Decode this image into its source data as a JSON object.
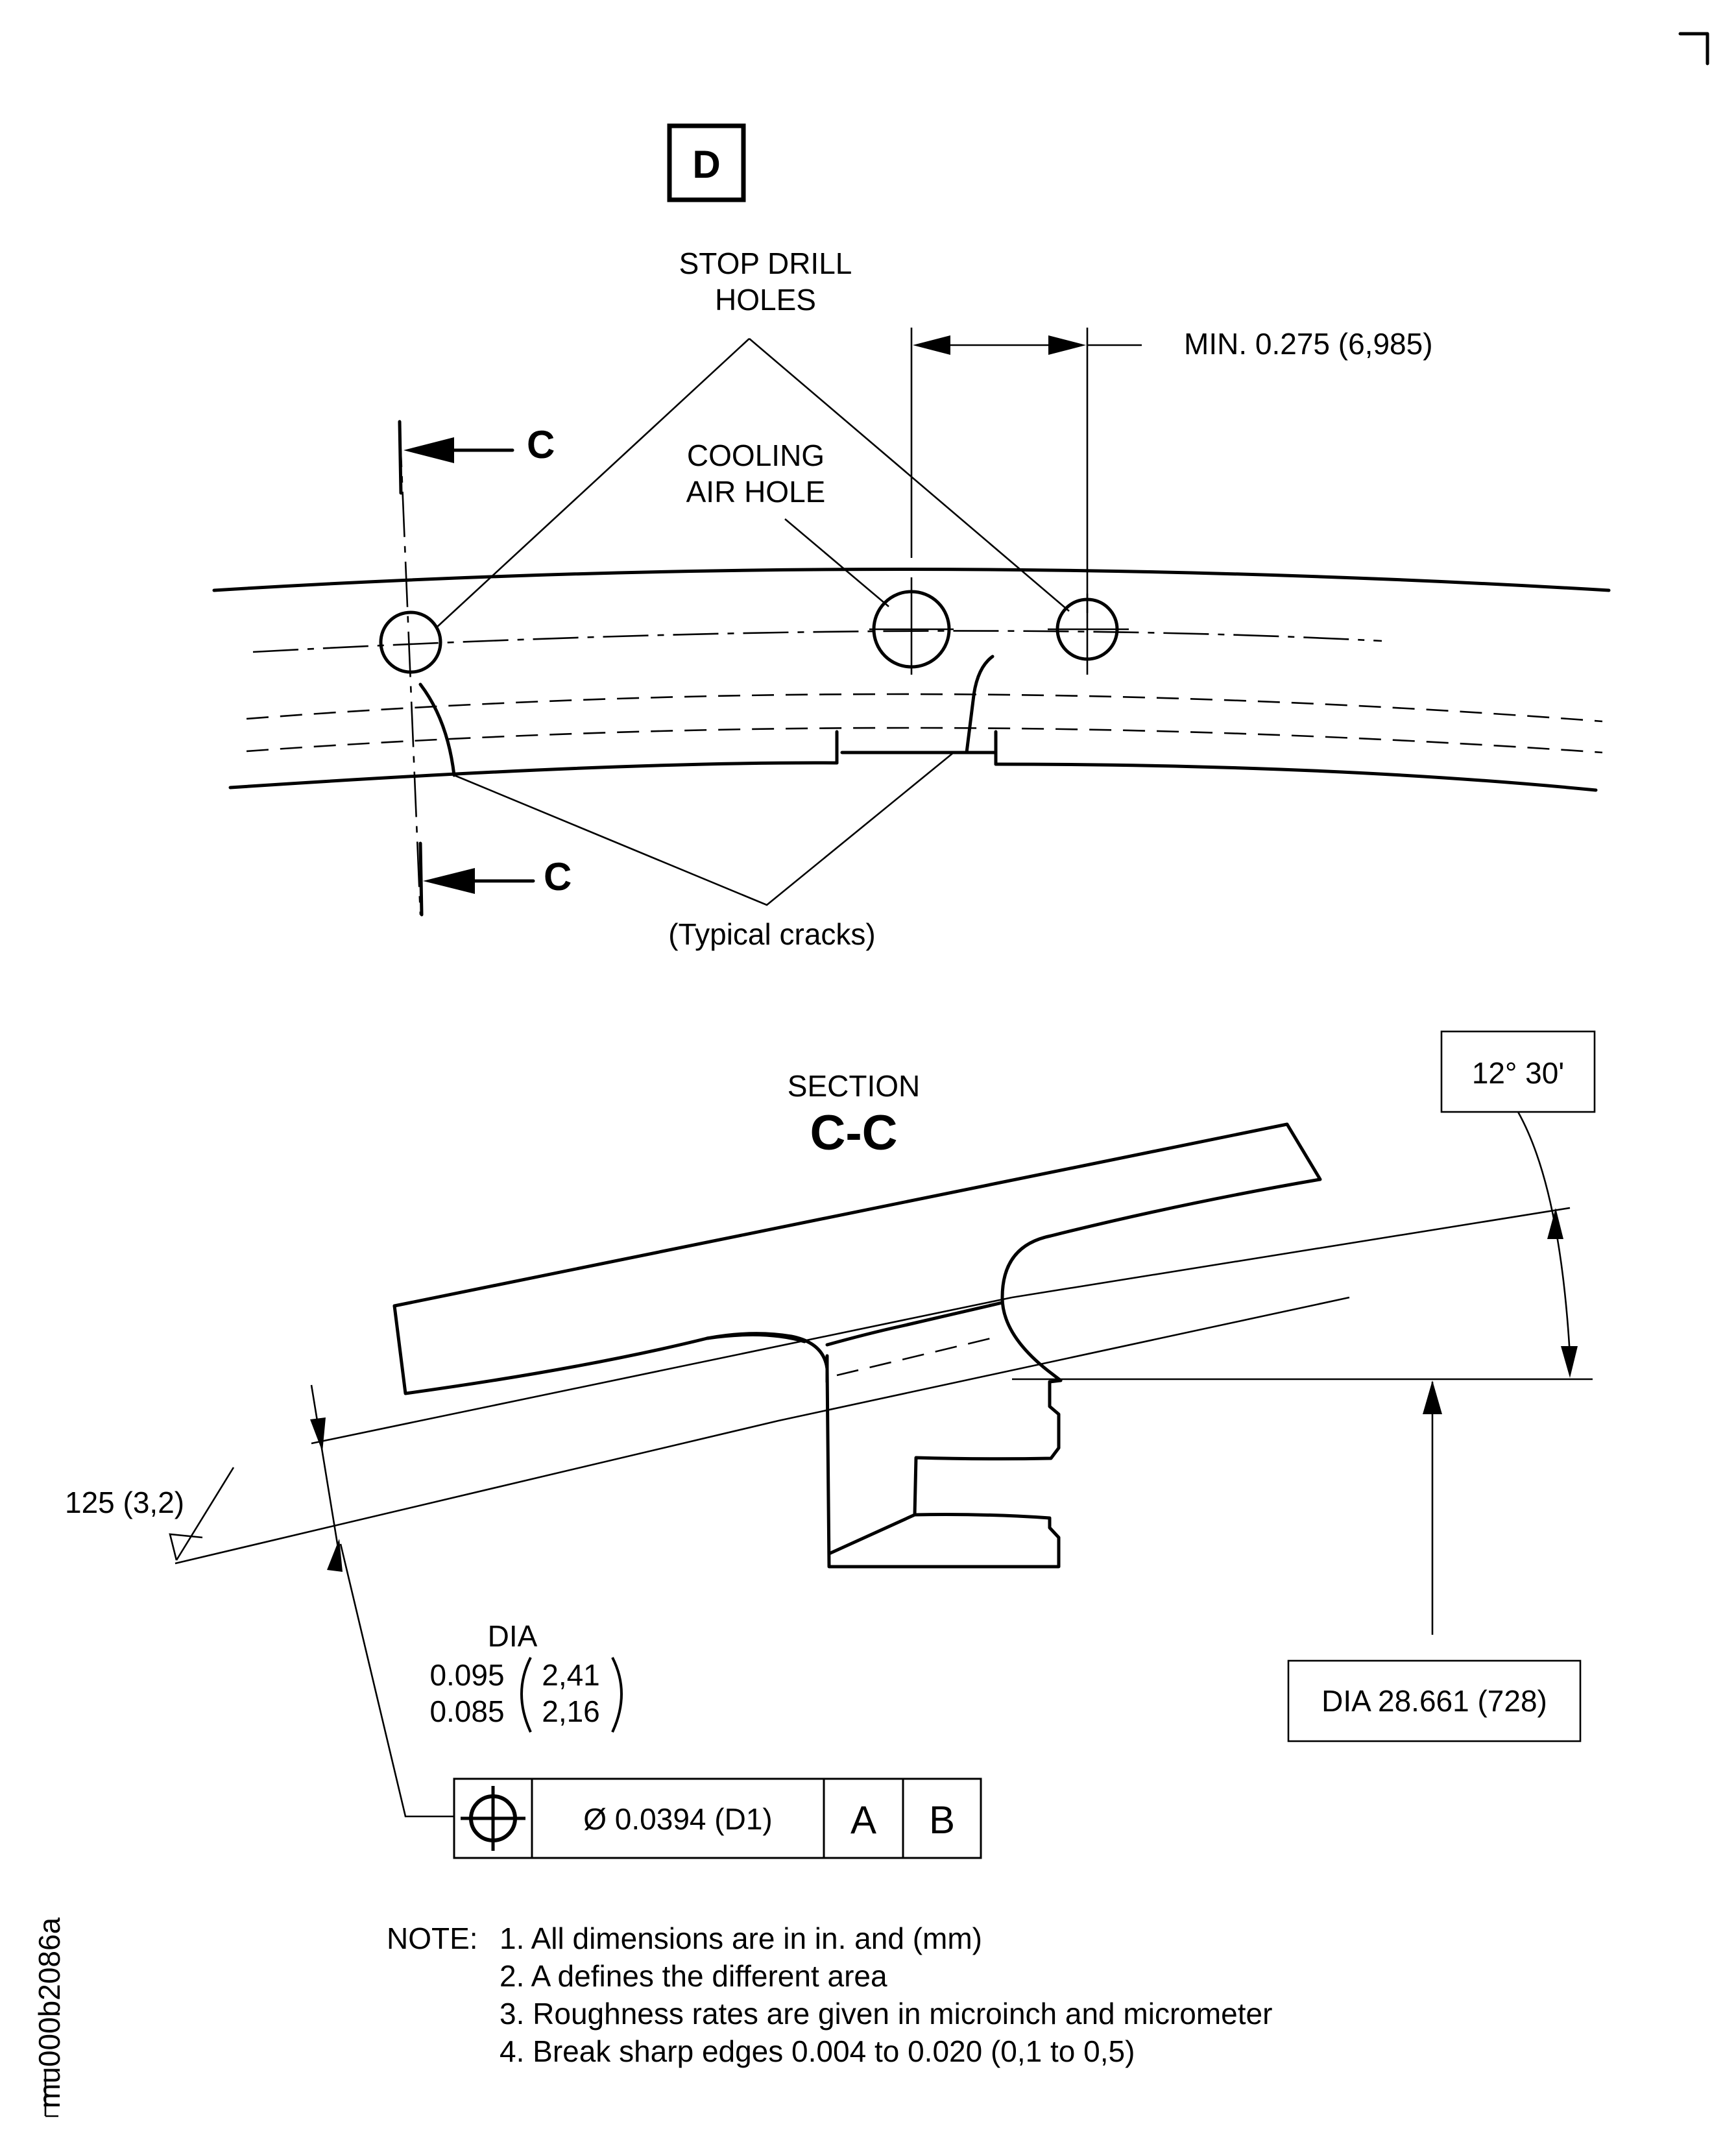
{
  "detail": {
    "marker": "D"
  },
  "labels": {
    "stop_drill_line1": "STOP DRILL",
    "stop_drill_line2": "HOLES",
    "cooling_line1": "COOLING",
    "cooling_line2": "AIR HOLE",
    "min_dimension": "MIN. 0.275 (6,985)",
    "cut_top": "C",
    "cut_bottom": "C",
    "typical_cracks": "(Typical cracks)"
  },
  "section": {
    "title": "SECTION",
    "name": "C-C",
    "angle": "12° 30'",
    "roughness": "125 (3,2)",
    "dia_label": "DIA",
    "dia_upper_in": "0.095",
    "dia_lower_in": "0.085",
    "dia_upper_mm": "2,41",
    "dia_lower_mm": "2,16",
    "outer_dia": "DIA 28.661 (728)"
  },
  "fcf": {
    "symbol": "position-icon",
    "tolerance": "Ø 0.0394 (D1)",
    "datum_a": "A",
    "datum_b": "B"
  },
  "notes": {
    "head": "NOTE:",
    "items": [
      "1. All dimensions are in in. and (mm)",
      "2. A defines the different area",
      "3. Roughness rates are given in microinch and micrometer",
      "4. Break sharp edges 0.004 to 0.020 (0,1 to 0,5)"
    ]
  },
  "drawing_id": "mu000b2086a"
}
